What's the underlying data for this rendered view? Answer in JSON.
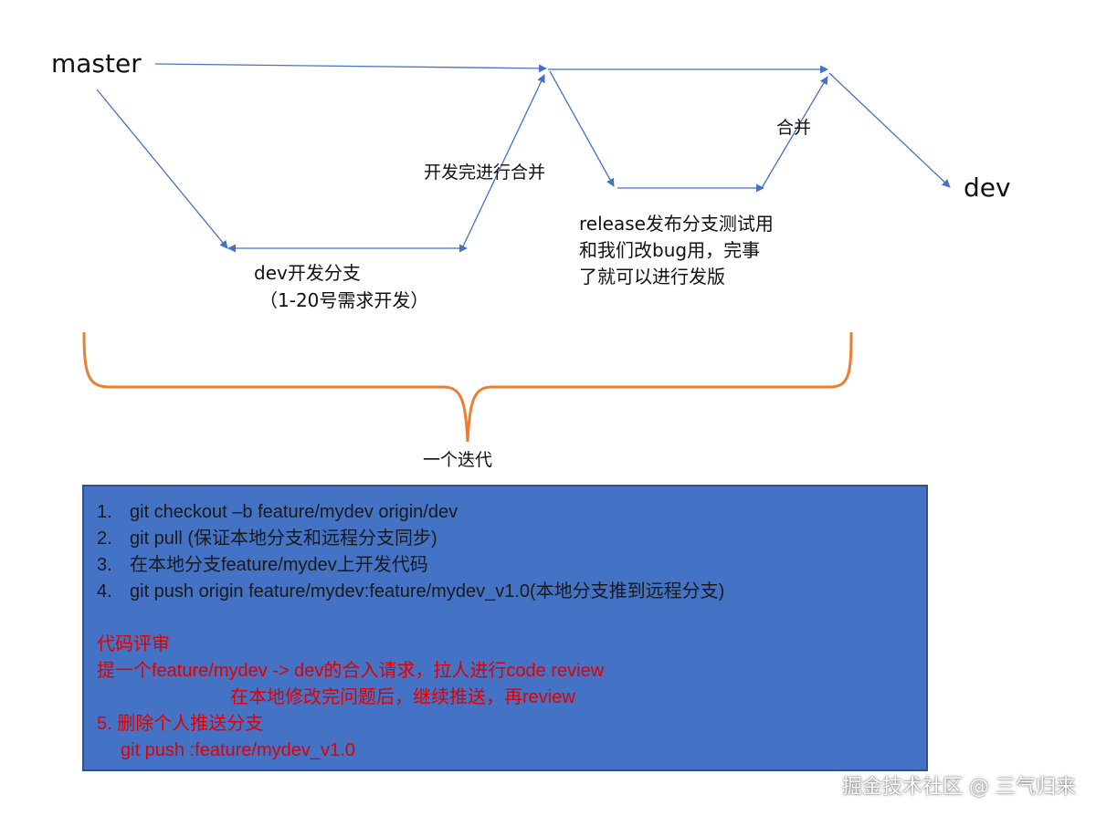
{
  "branches": {
    "master": "master",
    "dev": "dev"
  },
  "notes": {
    "dev_branch_line1": "dev开发分支",
    "dev_branch_line2": "（1-20号需求开发）",
    "merge_after_dev": "开发完进行合并",
    "release_line1": "release发布分支测试用",
    "release_line2": "和我们改bug用，完事",
    "release_line3": "了就可以进行发版",
    "merge": "合并",
    "iteration": "一个迭代"
  },
  "steps": [
    {
      "num": "1.",
      "text": "git checkout –b feature/mydev origin/dev"
    },
    {
      "num": "2.",
      "text": "git pull (保证本地分支和远程分支同步)"
    },
    {
      "num": "3.",
      "text": "在本地分支feature/mydev上开发代码"
    },
    {
      "num": "4.",
      "text": "git push origin feature/mydev:feature/mydev_v1.0(本地分支推到远程分支)"
    }
  ],
  "review": {
    "title": "代码评审",
    "line1": "提一个feature/mydev -> dev的合入请求，拉人进行code review",
    "line2": "在本地修改完问题后，继续推送，再review",
    "step5_title": "5. 删除个人推送分支",
    "step5_cmd": "git push  :feature/mydev_v1.0"
  },
  "watermark": "掘金技术社区 @ 三气归来",
  "colors": {
    "arrow": "#4472c4",
    "brace": "#ed7d31",
    "box_fill": "#4472c4",
    "review_text": "#e00000"
  }
}
